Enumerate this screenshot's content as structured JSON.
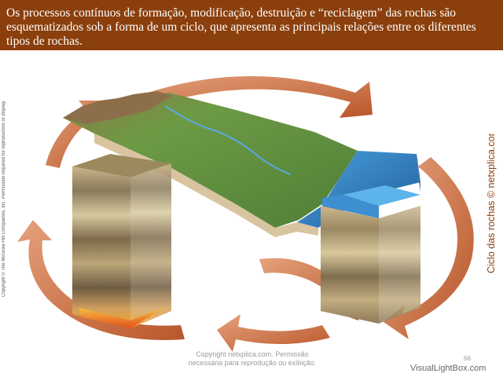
{
  "banner": {
    "text": "Os processos contínuos de formação, modificação, destruição e “reciclagem” das rochas são esquematizados sob a forma de um ciclo, que apresenta as principais relações entre os diferentes tipos de rochas."
  },
  "side_copyright": "Copyright © The McGraw-Hill Companies, Inc. Permission required for reproduction or display.",
  "side_caption": "Ciclo das rochas © netxplica.com",
  "footer": {
    "copyright_line1": "Copyright netxplica.com. Permissão",
    "copyright_line2": "necessária para reprodução ou exibição.",
    "page_number": "66"
  },
  "watermark": "VisualLightBox.com",
  "colors": {
    "banner_bg": "#8a3f0c",
    "arrow": "#c8673a",
    "water": "#2f7fc4",
    "land": "#6f9a45"
  }
}
